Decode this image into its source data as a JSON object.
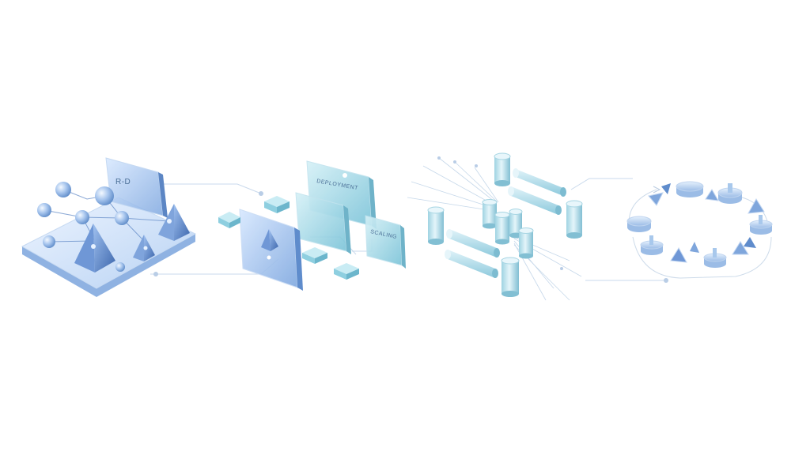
{
  "panel_labels": {
    "research": "R-D",
    "deployment": "DEPLOYMENT",
    "scaling": "SCALING"
  },
  "colors": {
    "glass_blue": "#a9c8ee",
    "deep_blue": "#3f6fb8",
    "teal": "#8ccfe0",
    "line": "#b9cde4"
  }
}
